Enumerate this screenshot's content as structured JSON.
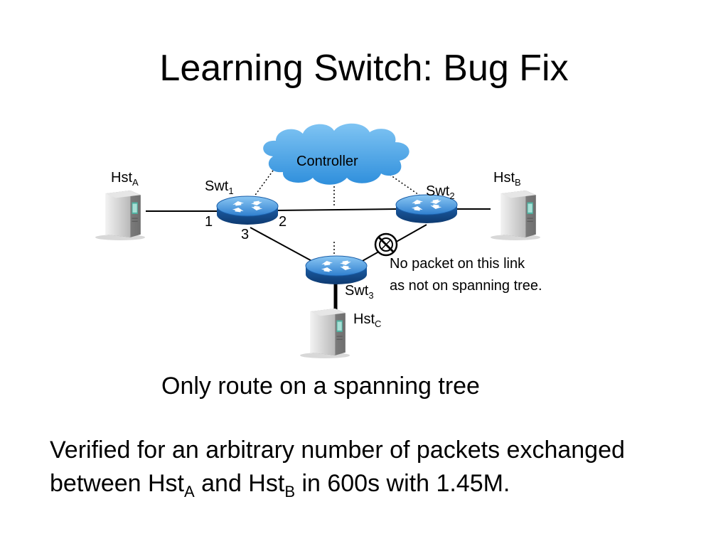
{
  "slide": {
    "title": "Learning Switch: Bug Fix",
    "subtitle": "Only route on a spanning tree",
    "verified": {
      "p1": "Verified for an arbitrary number of packets exchanged",
      "p2": "between Hst",
      "sub_a": "A",
      "p3": " and Hst",
      "sub_b": "B",
      "p4": " in 600s with 1.45M."
    }
  },
  "diagram": {
    "controller": "Controller",
    "hosts": [
      {
        "id": "A",
        "base": "Hst",
        "sub": "A"
      },
      {
        "id": "B",
        "base": "Hst",
        "sub": "B"
      },
      {
        "id": "C",
        "base": "Hst",
        "sub": "C"
      }
    ],
    "switches": [
      {
        "id": "1",
        "base": "Swt",
        "sub": "1"
      },
      {
        "id": "2",
        "base": "Swt",
        "sub": "2"
      },
      {
        "id": "3",
        "base": "Swt",
        "sub": "3"
      }
    ],
    "ports": [
      "1",
      "2",
      "3"
    ],
    "note": [
      "No packet on this link",
      "as not on spanning tree."
    ],
    "colors": {
      "switch": "#1f6fbf",
      "cloud": "#4aa3e6",
      "host": "#d0d0d0",
      "link": "#000000"
    }
  }
}
